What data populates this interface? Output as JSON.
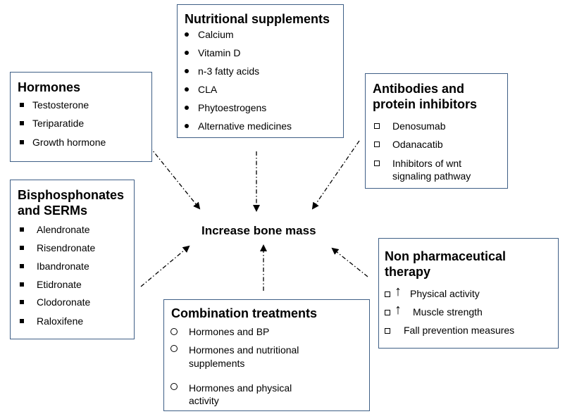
{
  "center": {
    "label": "Increase bone mass"
  },
  "nutritional": {
    "title": "Nutritional supplements",
    "items": [
      "Calcium",
      "Vitamin D",
      "n-3 fatty acids",
      "CLA",
      "Phytoestrogens",
      "Alternative medicines"
    ]
  },
  "hormones": {
    "title": "Hormones",
    "items": [
      "Testosterone",
      "Teriparatide",
      "Growth hormone"
    ]
  },
  "antibodies": {
    "title_line1": "Antibodies and",
    "title_line2": "protein inhibitors",
    "items": [
      "Denosumab",
      "Odanacatib",
      "Inhibitors of wnt",
      "signaling pathway"
    ]
  },
  "bisphosphonates": {
    "title_line1": "Bisphosphonates",
    "title_line2": "and SERMs",
    "items": [
      "Alendronate",
      "Risendronate",
      "Ibandronate",
      "Etidronate",
      "Clodoronate",
      "Raloxifene"
    ]
  },
  "nonpharm": {
    "title_line1": "Non pharmaceutical",
    "title_line2": "therapy",
    "arrow_symbol": "↑",
    "items": [
      "Physical activity",
      "Muscle strength",
      "Fall prevention measures"
    ]
  },
  "combination": {
    "title": "Combination treatments",
    "items": [
      "Hormones and BP",
      "Hormones and nutritional",
      "supplements",
      "Hormones and physical",
      "activity"
    ]
  },
  "colors": {
    "box_border": "#3f5f86",
    "arrow": "#000000"
  }
}
